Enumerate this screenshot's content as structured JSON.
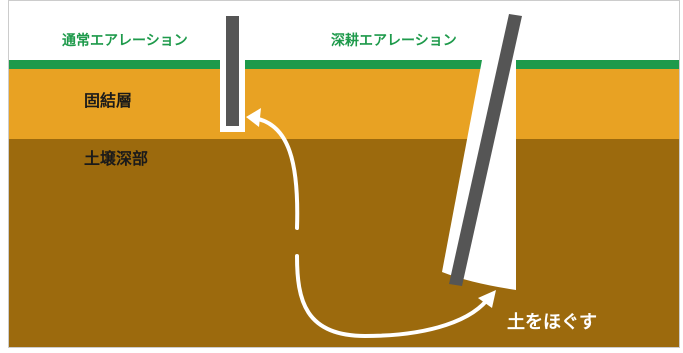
{
  "headers": {
    "normal": "通常エアレーション",
    "deep": "深耕エアレーション"
  },
  "layers": {
    "hardpan": "固結層",
    "deep_soil": "土壌深部"
  },
  "caption": "土をほぐす",
  "colors": {
    "grass": "#1e9a4b",
    "hardpan": "#e8a223",
    "deep_soil": "#9c6a0d",
    "tine": "#555555",
    "arrow": "#ffffff"
  }
}
